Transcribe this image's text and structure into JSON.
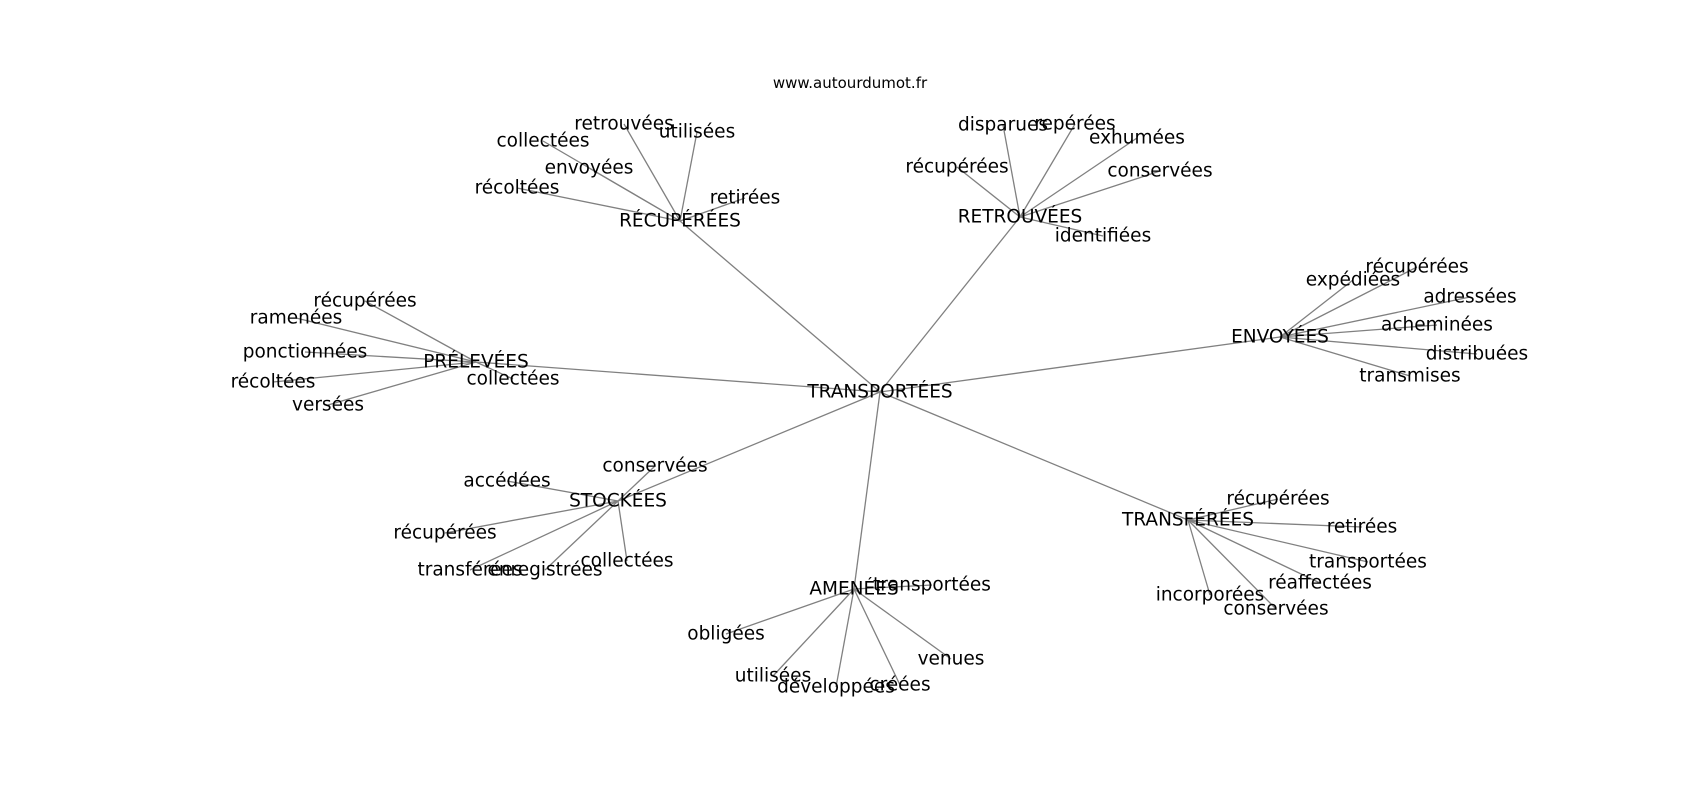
{
  "header": {
    "site_url": "www.autourdumot.fr"
  },
  "graph": {
    "center": "TRANSPORTÉES",
    "groups": [
      {
        "hub": "RÉCUPÉRÉES",
        "leaves": [
          "retrouvées",
          "utilisées",
          "collectées",
          "envoyées",
          "récoltées",
          "retirées"
        ]
      },
      {
        "hub": "RETROUVÉES",
        "leaves": [
          "disparues",
          "repérées",
          "exhumées",
          "récupérées",
          "conservées",
          "identifiées"
        ]
      },
      {
        "hub": "PRÉLEVÉES",
        "leaves": [
          "récupérées",
          "ramenées",
          "ponctionnées",
          "récoltées",
          "collectées",
          "versées"
        ]
      },
      {
        "hub": "ENVOYÉES",
        "leaves": [
          "récupérées",
          "expédiées",
          "adressées",
          "acheminées",
          "distribuées",
          "transmises"
        ]
      },
      {
        "hub": "STOCKÉES",
        "leaves": [
          "conservées",
          "accédées",
          "récupérées",
          "collectées",
          "transférées",
          "enregistrées"
        ]
      },
      {
        "hub": "TRANSFÉRÉES",
        "leaves": [
          "récupérées",
          "retirées",
          "transportées",
          "réaffectées",
          "incorporées",
          "conservées"
        ]
      },
      {
        "hub": "AMENÉES",
        "leaves": [
          "transportées",
          "obligées",
          "venues",
          "utilisées",
          "créées",
          "développées"
        ]
      }
    ]
  }
}
